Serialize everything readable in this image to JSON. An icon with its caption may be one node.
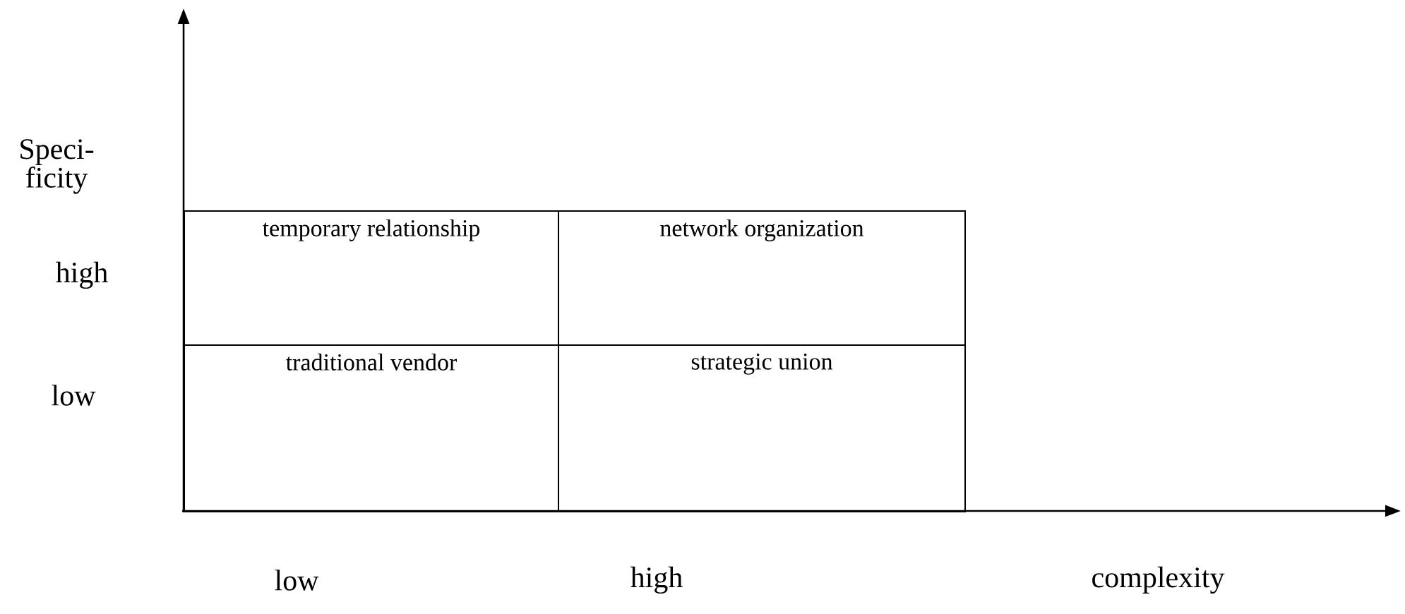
{
  "diagram": {
    "nodes": [
      {
        "text": [
          "temporary relationship"
        ]
      },
      {
        "text": [
          "network organization"
        ]
      },
      {
        "text": [
          "traditional vendor"
        ]
      },
      {
        "text": [
          "strategic union"
        ]
      }
    ],
    "labels": [
      "Speci-ficity",
      "high",
      "low",
      "low",
      "high",
      "complexity"
    ]
  }
}
